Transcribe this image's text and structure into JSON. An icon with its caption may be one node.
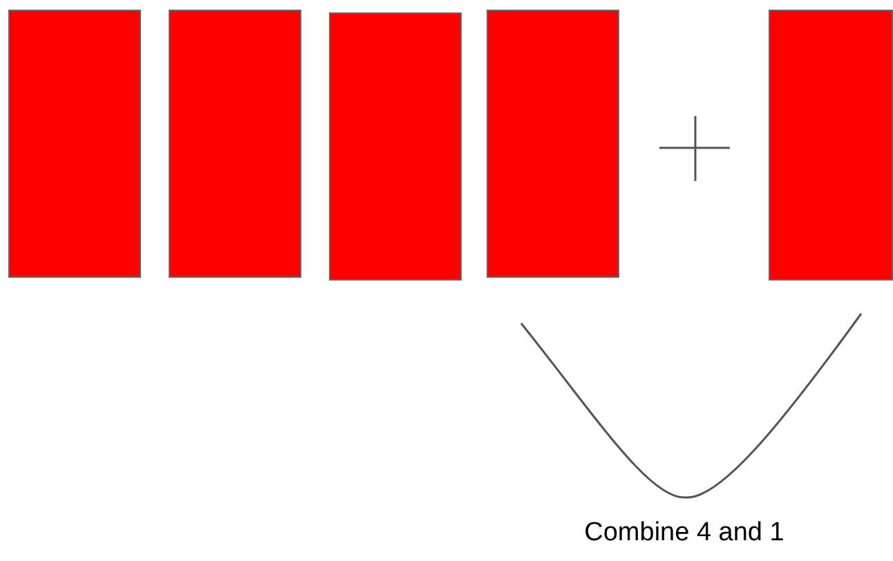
{
  "diagram": {
    "nodes": [
      {
        "text": [],
        "shape": "box"
      },
      {
        "text": [],
        "shape": "box"
      },
      {
        "text": [],
        "shape": "box"
      },
      {
        "text": [],
        "shape": "box"
      },
      {
        "text": [],
        "shape": "box"
      }
    ],
    "labels": [
      "Combine 4 and 1"
    ]
  }
}
